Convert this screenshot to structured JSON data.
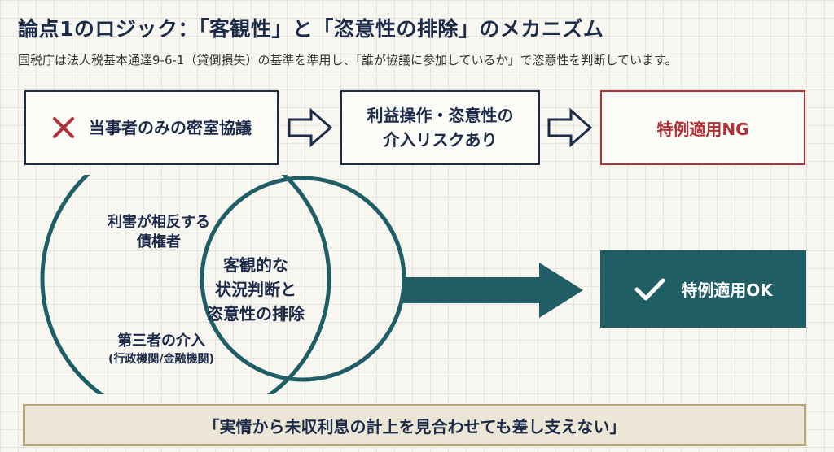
{
  "header": {
    "title": "論点1のロジック：「客観性」と「恣意性の排除」のメカニズム",
    "subtitle": "国税庁は法人税基本通達9-6-1（貸倒損失）の基準を準用し、「誰が協議に参加しているか」で恣意性を判断しています。"
  },
  "flow": {
    "step1": {
      "icon": "cross-icon",
      "label": "当事者のみの密室協議"
    },
    "step2": {
      "label": "利益操作・恣意性の\n介入リスクあり"
    },
    "step3": {
      "label": "特例適用NG"
    }
  },
  "venn": {
    "left_label": "利害が相反する\n債権者",
    "overlap_label": "客観的な\n状況判断と\n恣意性の排除",
    "bottom_label": "第三者の介入",
    "bottom_sublabel": "(行政機関/金融機関)"
  },
  "result": {
    "icon": "check-icon",
    "label": "特例適用OK"
  },
  "banner": {
    "text": "「実情から未収利息の計上を見合わせても差し支えない」"
  },
  "colors": {
    "navy": "#1d2b4a",
    "red": "#b03236",
    "teal": "#1e5e64",
    "banner_bg": "#ebe6d6",
    "banner_border": "#b7a57c"
  }
}
